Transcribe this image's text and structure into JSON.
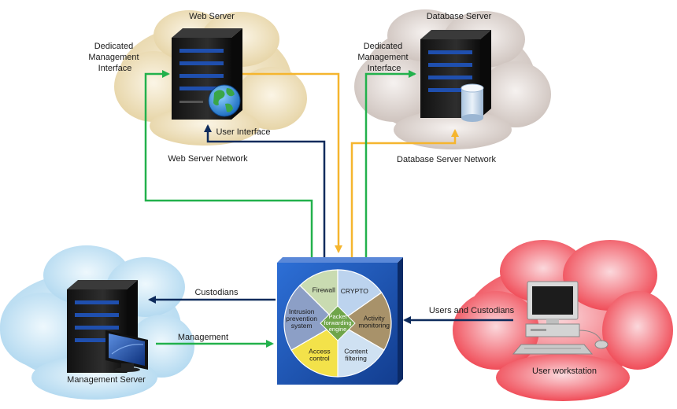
{
  "labels": {
    "web_server": "Web Server",
    "database_server": "Database Server",
    "mgmt_iface_left": [
      "Dedicated",
      "Management",
      "Interface"
    ],
    "mgmt_iface_right": [
      "Dedicated",
      "Management",
      "Interface"
    ],
    "user_interface": "User Interface",
    "web_server_network": "Web Server Network",
    "database_server_network": "Database Server Network",
    "custodians": "Custodians",
    "management": "Management",
    "users_and_custodians": "Users and Custodians",
    "management_server": "Management Server",
    "user_workstation": "User workstation"
  },
  "segments": {
    "firewall": [
      "Firewall"
    ],
    "crypto": [
      "CRYPTO"
    ],
    "activity": [
      "Activity",
      "monitoring"
    ],
    "content": [
      "Content",
      "filtering"
    ],
    "access": [
      "Access",
      "control"
    ],
    "intrusion": [
      "Intrusion",
      "prevention",
      "system"
    ],
    "center": [
      "Packet",
      "forwarding",
      "engine"
    ]
  },
  "colors": {
    "green": "#22b14c",
    "yellow": "#f5b52e",
    "navy": "#0e2b5c",
    "cloud_tan": "#efe2bf",
    "cloud_gray": "#dcd3cf",
    "cloud_blue": "#cfe8f6",
    "cloud_red": "#f4535e",
    "device_box": "#1a55b8"
  }
}
